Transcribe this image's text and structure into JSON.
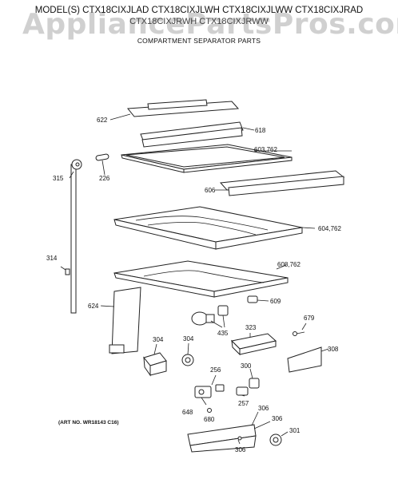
{
  "header": {
    "watermark": "AppliancePartsPros.com",
    "models_line1": "MODEL(S) CTX18CIXJLAD CTX18CIXJLWH CTX18CIXJLWW CTX18CIXJRAD",
    "models_line2": "CTX18CIXJRWH CTX18CIXJRWW",
    "subtitle": "COMPARTMENT SEPARATOR PARTS"
  },
  "footer": {
    "art_no": "(ART NO. WR18143 C16)"
  },
  "callouts": {
    "c622": "622",
    "c618": "618",
    "c603": "603,762",
    "c315": "315",
    "c226": "226",
    "c606": "606",
    "c604": "604,762",
    "c314": "314",
    "c608": "608,762",
    "c609": "609",
    "c624": "624",
    "c679": "679",
    "c435": "435",
    "c323": "323",
    "c308": "308",
    "c304a": "304",
    "c304b": "304",
    "c256": "256",
    "c300": "300",
    "c257": "257",
    "c648": "648",
    "c680": "680",
    "c306a": "306",
    "c306b": "306",
    "c306c": "306",
    "c301": "301"
  }
}
